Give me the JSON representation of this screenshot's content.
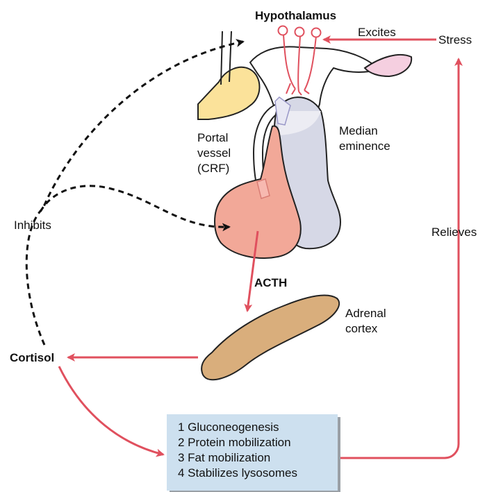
{
  "labels": {
    "hypothalamus": "Hypothalamus",
    "excites": "Excites",
    "stress": "Stress",
    "portal_vessel": [
      "Portal",
      "vessel",
      "(CRF)"
    ],
    "median_eminence": [
      "Median",
      "eminence"
    ],
    "inhibits": "Inhibits",
    "relieves": "Relieves",
    "acth": "ACTH",
    "adrenal_cortex": [
      "Adrenal",
      "cortex"
    ],
    "cortisol": "Cortisol"
  },
  "effects": [
    "1 Gluconeogenesis",
    "2 Protein mobilization",
    "3 Fat mobilization",
    "4 Stabilizes lysosomes"
  ],
  "colors": {
    "arrow_red": "#e0505e",
    "dashed_black": "#111111",
    "pituitary_anterior": "#f2a898",
    "pituitary_posterior": "#d6d8e6",
    "optic_chiasm": "#fbe29a",
    "adrenal": "#d9ae7c",
    "box_fill": "#cde0ef",
    "pink_structure": "#f5cfe0"
  }
}
